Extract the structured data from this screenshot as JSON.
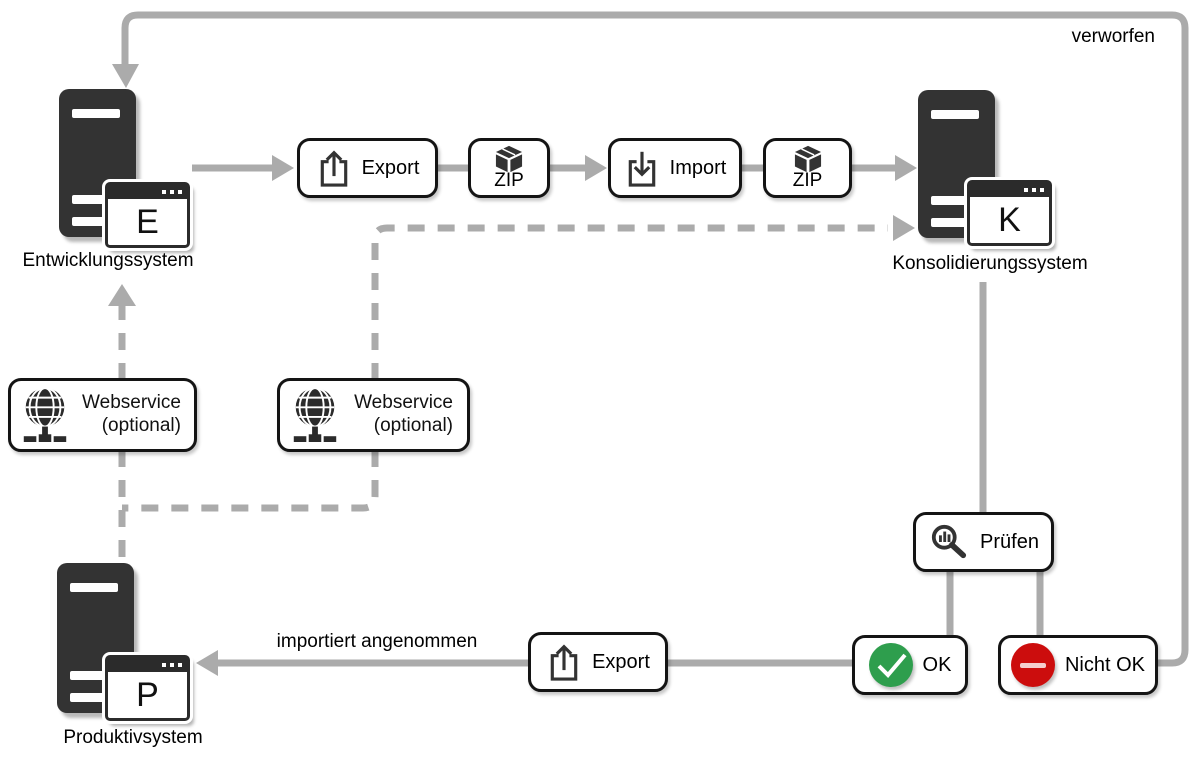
{
  "diagram": {
    "systems": {
      "development": {
        "letter": "E",
        "label": "Entwicklungssystem"
      },
      "consolidation": {
        "letter": "K",
        "label": "Konsolidierungssystem"
      },
      "production": {
        "letter": "P",
        "label": "Produktivsystem"
      }
    },
    "process_boxes": {
      "export_top": {
        "label": "Export",
        "icon": "export-icon"
      },
      "zip_after_export": {
        "label": "ZIP",
        "icon": "package-icon"
      },
      "import_top": {
        "label": "Import",
        "icon": "import-icon"
      },
      "zip_after_import": {
        "label": "ZIP",
        "icon": "package-icon"
      },
      "webservice_left": {
        "label_line1": "Webservice",
        "label_line2": "(optional)",
        "icon": "globe-icon"
      },
      "webservice_mid": {
        "label_line1": "Webservice",
        "label_line2": "(optional)",
        "icon": "globe-icon"
      },
      "pruefen": {
        "label": "Prüfen",
        "icon": "magnifier-icon"
      },
      "ok": {
        "label": "OK",
        "icon": "check-circle-icon"
      },
      "nicht_ok": {
        "label": "Nicht OK",
        "icon": "minus-circle-icon"
      },
      "export_bottom": {
        "label": "Export",
        "icon": "export-icon"
      }
    },
    "edge_labels": {
      "verworfen": "verworfen",
      "importiert_angenommen": "importiert angenommen"
    },
    "colors": {
      "connector_gray": "#ababab",
      "icon_dark": "#333333",
      "box_border": "#141414",
      "ok_green": "#2e9e4d",
      "nicht_ok_red": "#cc0d0d"
    }
  }
}
